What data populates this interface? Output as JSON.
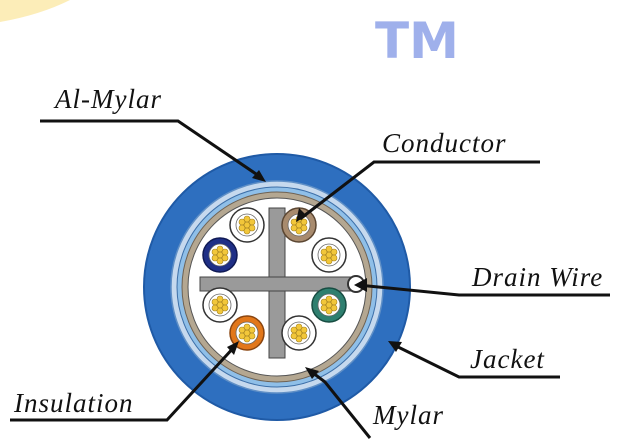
{
  "watermark": {
    "text": "TM"
  },
  "labels": {
    "al_mylar": "Al-Mylar",
    "conductor": "Conductor",
    "drain_wire": "Drain Wire",
    "jacket": "Jacket",
    "insulation": "Insulation",
    "mylar": "Mylar"
  },
  "colors": {
    "jacket": "#2e6fbf",
    "jacket_dark": "#1f5aa6",
    "al_mylar": "#c6d9ee",
    "mylar": "#8fbfe8",
    "shield": "#b4a791",
    "core": "#ffffff",
    "separator": "#9a9a9a",
    "conductor": "#f2c73a",
    "pair_blue": "#1f2f86",
    "pair_brown": "#a88b6e",
    "pair_green": "#2e7f6f",
    "pair_orange": "#e2771a"
  }
}
